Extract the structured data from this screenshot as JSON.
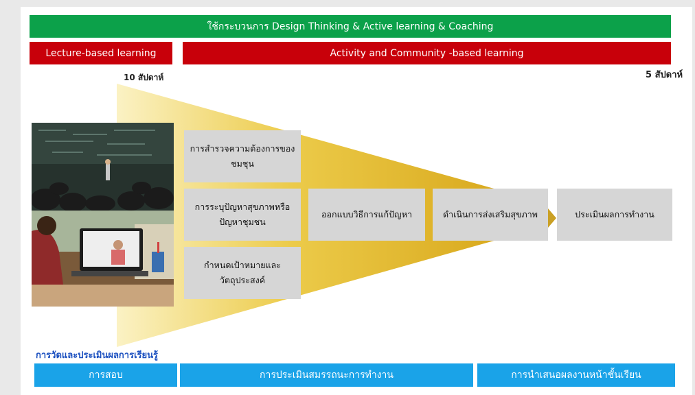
{
  "header": {
    "method_banner": "ใช้กระบวนการ Design Thinking & Active learning & Coaching",
    "lecture_banner": "Lecture-based learning",
    "activity_banner": "Activity and Community -based learning",
    "lecture_duration": "10 สัปดาห์",
    "activity_duration": "5 สัปดาห์"
  },
  "steps": {
    "survey": "การสำรวจความต้องการของชมชุน",
    "identify": "การระบุปัญหาสุขภาพหรือปัญหาชุมชน",
    "goals": "กำหนดเป้าหมายและวัตถุประสงค์",
    "design": "ออกแบบวิธีการแก้ปัญหา",
    "implement": "ดำเนินการส่งเสริมสุขภาพ",
    "evaluate": "ประเมินผลการทำงาน"
  },
  "assessment": {
    "title": "การวัดและประเมินผลการเรียนรู้",
    "exam": "การสอบ",
    "competency": "การประเมินสมรรถนะการทำงาน",
    "presentation": "การนำเสนอผลงานหน้าชั้นเรียน"
  },
  "colors": {
    "green": "#0ca14a",
    "red": "#c8000a",
    "blue": "#1aa3e8",
    "funnel_gold": "#e9c02c",
    "step_box": "#d6d6d6",
    "assessment_title": "#1a4fbf"
  },
  "images": [
    "lecture-hall-photo",
    "online-class-photo"
  ]
}
